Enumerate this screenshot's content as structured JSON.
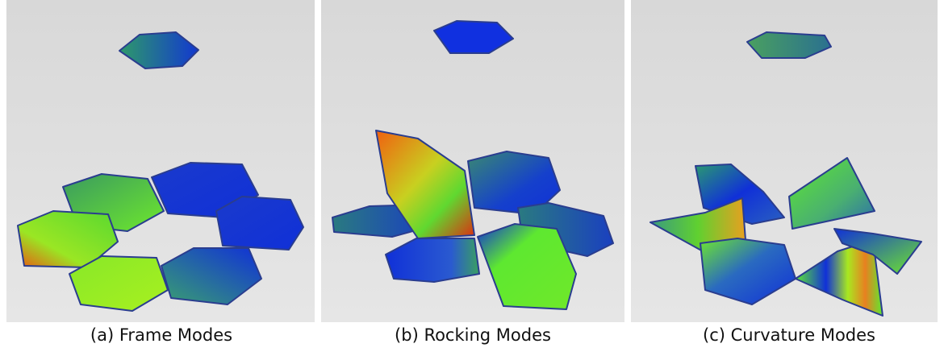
{
  "captions": {
    "frame": "(a) Frame Modes",
    "rocking": "(b) Rocking Modes",
    "curvature": "(c) Curvature Modes"
  },
  "colors": {
    "background": "#dadada",
    "panel_bottom": "#e8e8e8",
    "edge": "#2a3d8f",
    "blue": "#1030d8",
    "teal": "#2a8a78",
    "green": "#5ee830",
    "lime": "#a8f020",
    "orange": "#f06010",
    "red": "#e82010"
  }
}
